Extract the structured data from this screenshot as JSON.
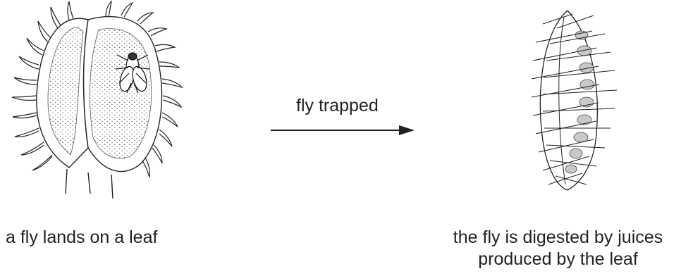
{
  "diagram": {
    "arrow_label": "fly trapped",
    "left_caption": "a fly lands on a leaf",
    "right_caption_line1": "the fly is digested by juices",
    "right_caption_line2": "produced by the leaf"
  }
}
